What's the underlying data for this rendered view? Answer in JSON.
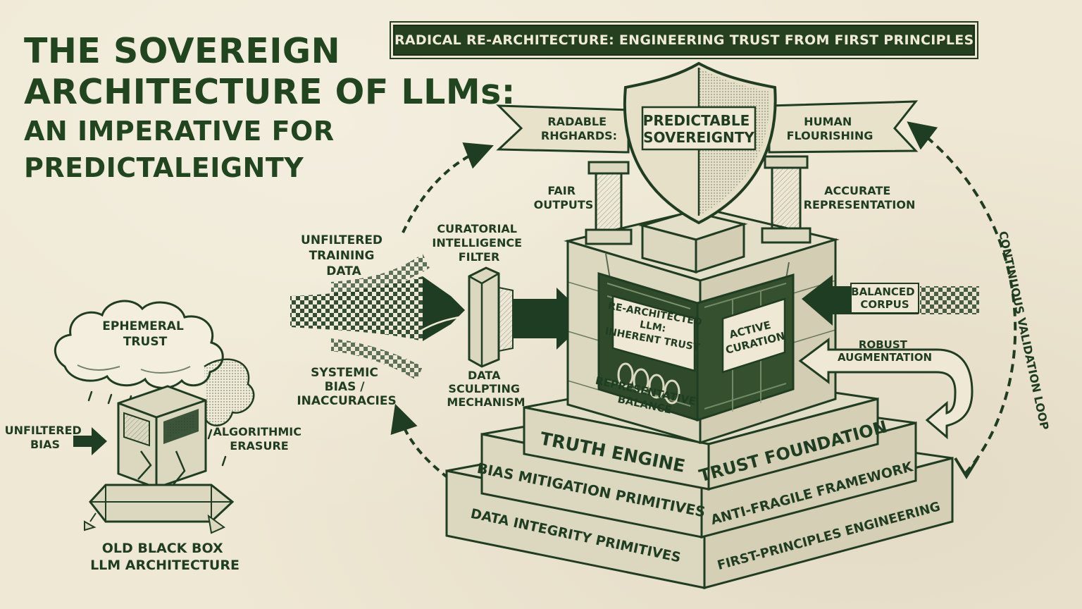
{
  "title": {
    "line1": "THE  SOVEREIGN",
    "line2": "ARCHITECTURE OF LLMs:",
    "line3": "AN IMPERATIVE FOR",
    "line4": "PREDICTALEIGNTY"
  },
  "banner": "RADICAL RE-ARCHITECTURE: ENGINEERING TRUST FROM FIRST PRINCIPLES",
  "old_box": {
    "cloud_line1": "EPHEMERAL",
    "cloud_line2": "TRUST",
    "left_line1": "UNFILTERED",
    "left_line2": "BIAS",
    "right_line1": "ALGORITHMIC",
    "right_line2": "ERASURE",
    "caption_line1": "OLD BLACK BOX",
    "caption_line2": "LLM ARCHITECTURE"
  },
  "flow": {
    "input_line1": "UNFILTERED",
    "input_line2": "TRAINING",
    "input_line3": "DATA",
    "bias_line1": "SYSTEMIC",
    "bias_line2": "BIAS /",
    "bias_line3": "INACCURACIES",
    "filter_line1": "CURATORIAL",
    "filter_line2": "INTELLIGENCE",
    "filter_line3": "FILTER",
    "sculpt_line1": "DATA",
    "sculpt_line2": "SCULPTING",
    "sculpt_line3": "MECHANISM"
  },
  "tower": {
    "ribbon_left_line1": "RADABLE",
    "ribbon_left_line2": "RHGHARDS:",
    "shield_line1": "PREDICTABLE",
    "shield_line2": "SOVEREIGNTY",
    "ribbon_right_line1": "HUMAN",
    "ribbon_right_line2": "FLOURISHING",
    "pillar_left_line1": "FAIR",
    "pillar_left_line2": "OUTPUTS",
    "pillar_right_line1": "ACCURATE",
    "pillar_right_line2": "REPRESENTATION",
    "core_line1": "RE-ARCHITECTED",
    "core_line2": "LLM:",
    "core_line3": "INHERENT TRUST",
    "curation_line1": "ACTIVE",
    "curation_line2": "CURATION",
    "balance_line1": "REPRESENTATIVE",
    "balance_line2": "BALANCE",
    "corpus_line1": "BALANCED",
    "corpus_line2": "CORPUS",
    "augment_line1": "ROBUST",
    "augment_line2": "AUGMENTATION",
    "loop_label": "CONTINUOUS VALIDATION LOOP"
  },
  "tiers": {
    "tier1_front": "TRUTH ENGINE",
    "tier1_side": "TRUST FOUNDATION",
    "tier2_front": "BIAS MITIGATION PRIMITIVES",
    "tier2_side": "ANTI-FRAGILE FRAMEWORK",
    "tier3_front": "DATA INTEGRITY PRIMITIVES",
    "tier3_side": "FIRST-PRINCIPLES ENGINEERING"
  },
  "colors": {
    "ink": "#1f3d22",
    "paper": "#efe8d4",
    "stone": "#dcd8c0",
    "banner": "#24401f"
  }
}
